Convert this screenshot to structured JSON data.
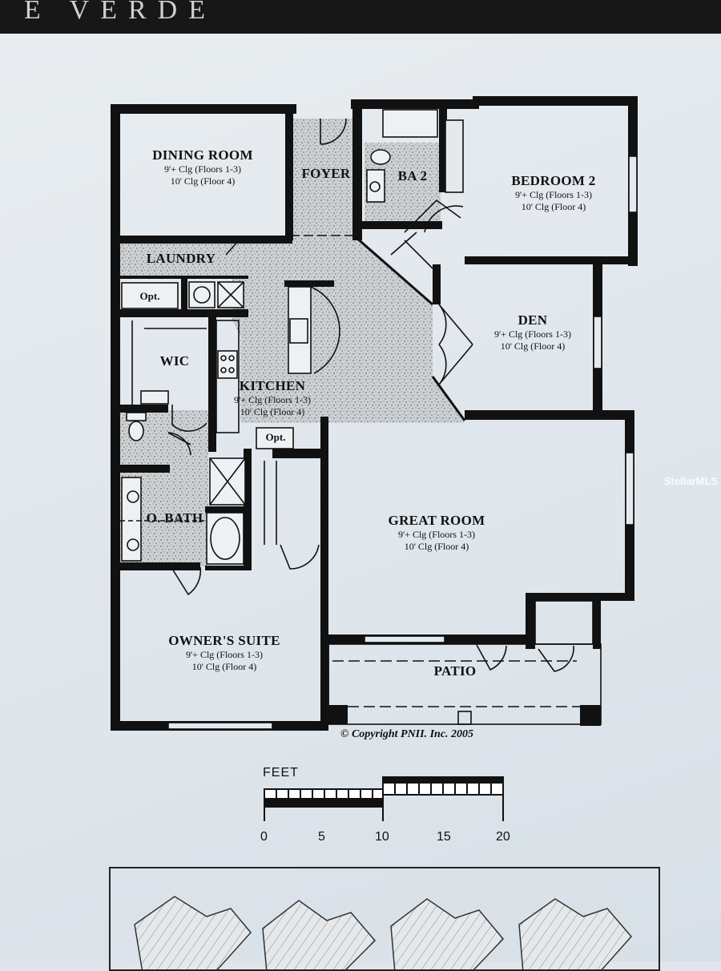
{
  "header": {
    "banner_text": "E VERDE"
  },
  "rooms": {
    "dining": {
      "name": "DINING ROOM",
      "line1": "9'+ Clg (Floors 1-3)",
      "line2": "10' Clg (Floor 4)"
    },
    "foyer": {
      "name": "FOYER"
    },
    "ba2": {
      "name": "BA 2"
    },
    "bedroom2": {
      "name": "BEDROOM 2",
      "line1": "9'+ Clg (Floors 1-3)",
      "line2": "10' Clg (Floor 4)"
    },
    "laundry": {
      "name": "LAUNDRY",
      "opt": "Opt."
    },
    "wic": {
      "name": "WIC"
    },
    "kitchen": {
      "name": "KITCHEN",
      "line1": "9'+ Clg (Floors 1-3)",
      "line2": "10' Clg (Floor 4)",
      "opt": "Opt."
    },
    "den": {
      "name": "DEN",
      "line1": "9'+ Clg (Floors 1-3)",
      "line2": "10' Clg (Floor 4)"
    },
    "obath": {
      "name": "O. BATH"
    },
    "great": {
      "name": "GREAT ROOM",
      "line1": "9'+ Clg (Floors 1-3)",
      "line2": "10' Clg (Floor 4)"
    },
    "owner": {
      "name": "OWNER'S SUITE",
      "line1": "9'+ Clg (Floors 1-3)",
      "line2": "10' Clg (Floor 4)"
    },
    "patio": {
      "name": "PATIO"
    }
  },
  "copyright": "© Copyright PNII. Inc. 2005",
  "scale": {
    "label": "FEET",
    "ticks": [
      "0",
      "5",
      "10",
      "15",
      "20"
    ]
  },
  "watermark": "StellarMLS",
  "colors": {
    "wall": "#111111",
    "tile": "#cfd3d6",
    "paper": "#e3e9ee"
  }
}
